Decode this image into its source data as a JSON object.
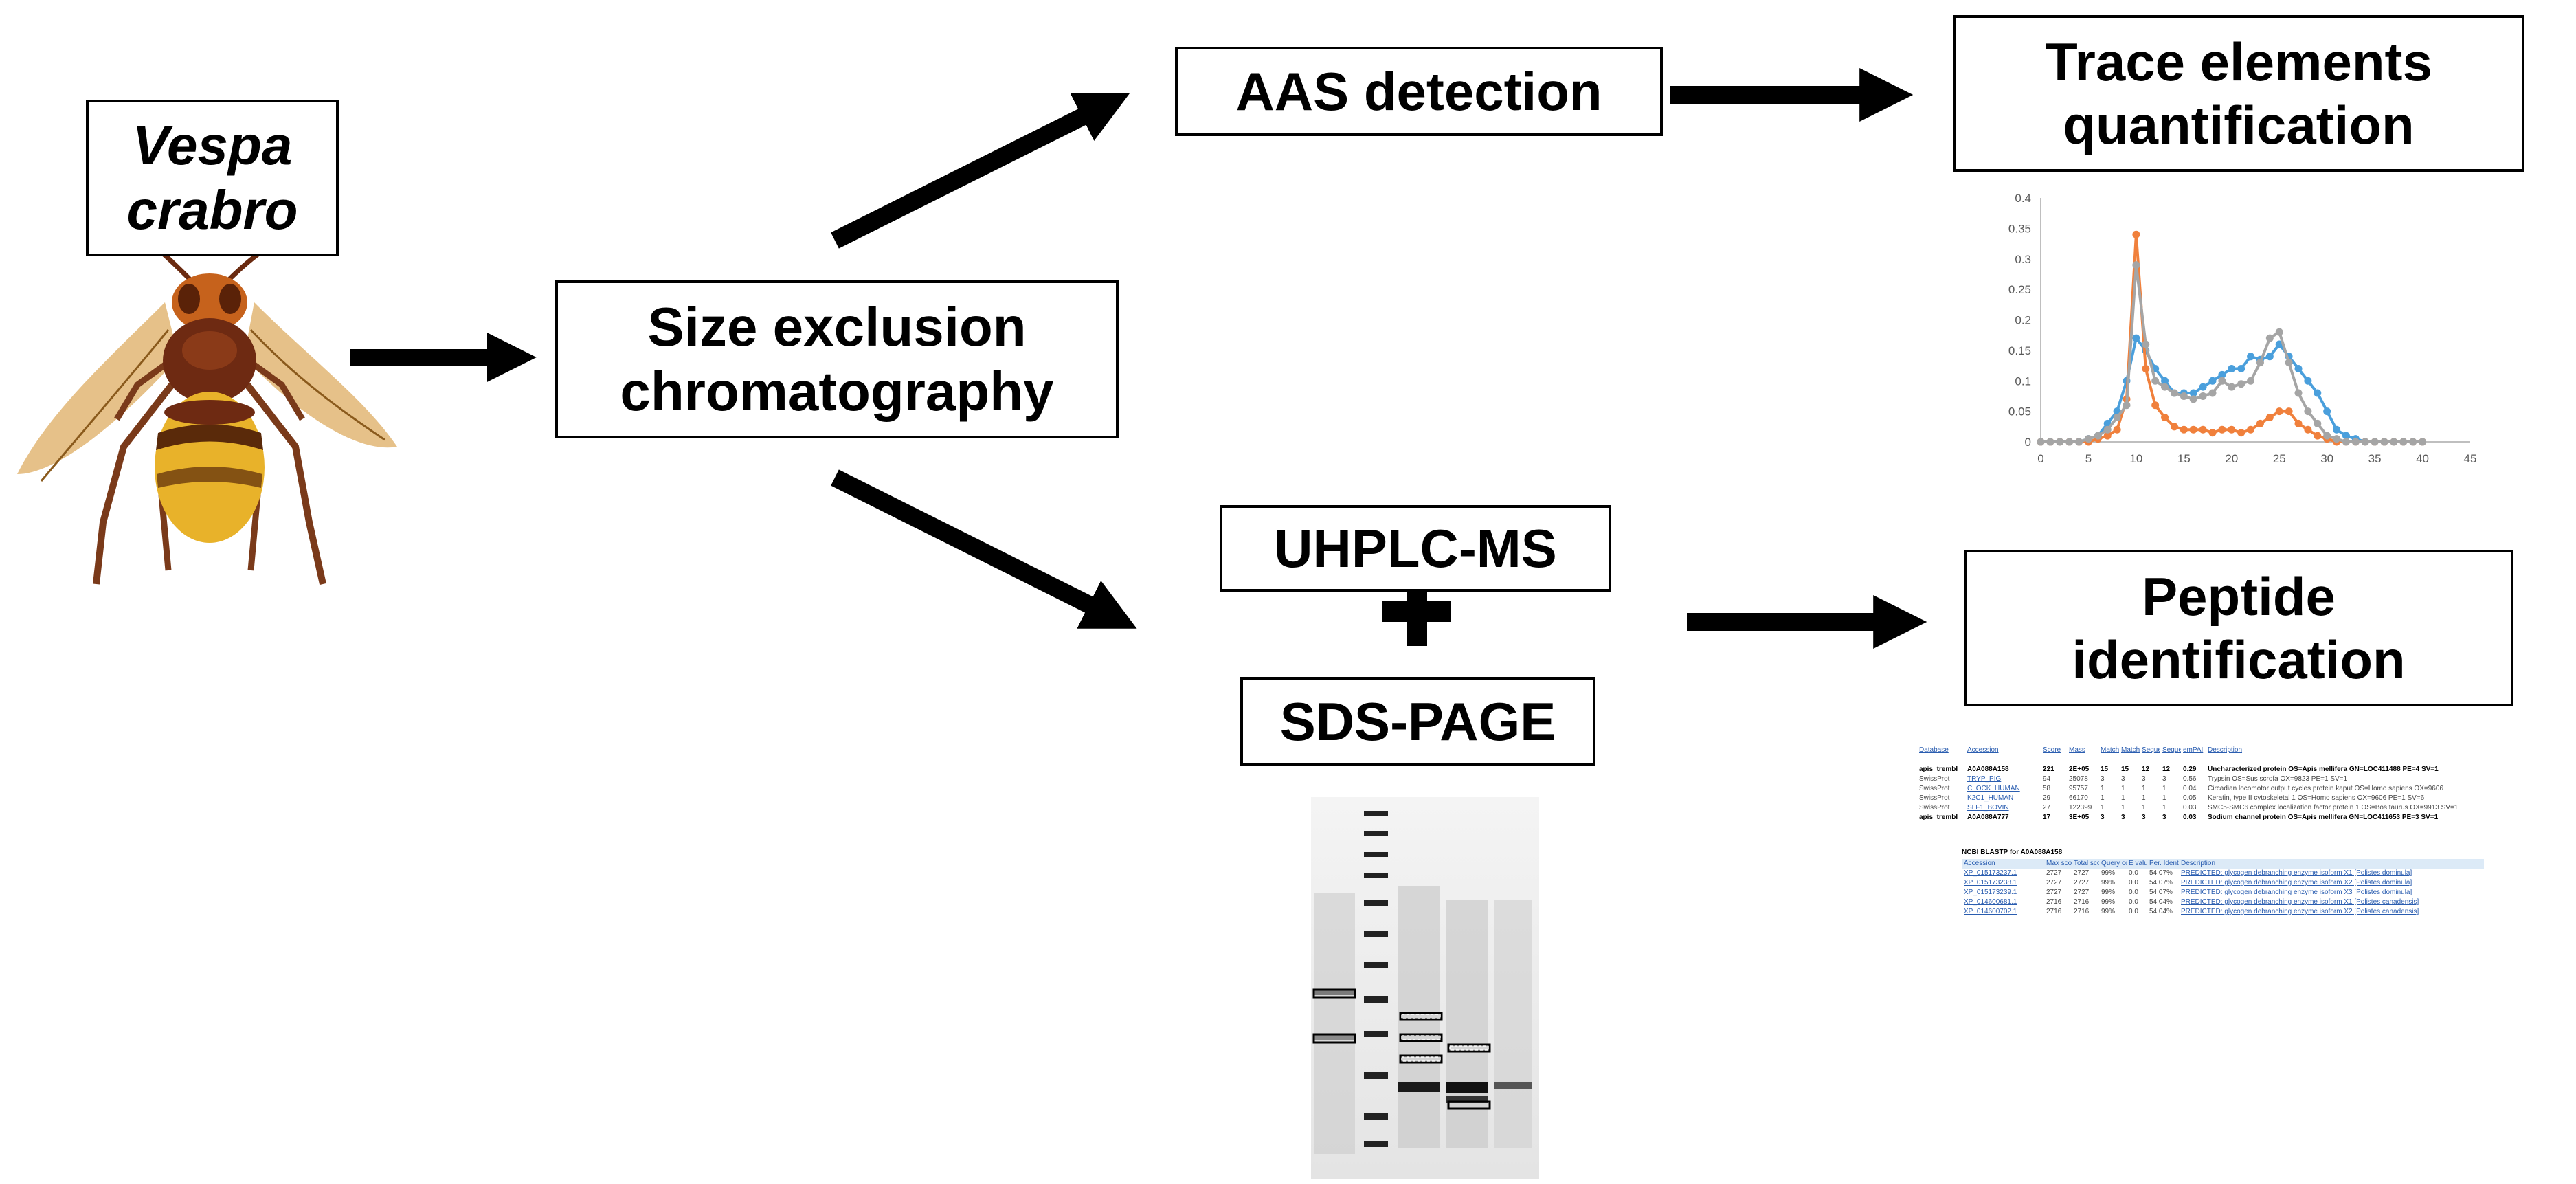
{
  "source_box": {
    "line1": "Vespa",
    "line2": "crabro"
  },
  "sec_box": {
    "line1": "Size exclusion",
    "line2": "chromatography"
  },
  "aas_box": {
    "label": "AAS detection"
  },
  "trace_box": {
    "line1": "Trace elements",
    "line2": "quantification"
  },
  "uhplc_box": {
    "label": "UHPLC-MS"
  },
  "plus": {
    "symbol": "+"
  },
  "sds_box": {
    "label": "SDS-PAGE"
  },
  "peptide_box": {
    "line1": "Peptide",
    "line2": "identification"
  },
  "colors": {
    "blue": "#4a9fdc",
    "orange": "#f0803c",
    "gray": "#a5a5a5",
    "arrow": "#000000"
  },
  "chart_data": {
    "type": "line",
    "xlim": [
      0,
      45
    ],
    "ylim": [
      0,
      0.4
    ],
    "xticks": [
      "0",
      "5",
      "10",
      "15",
      "20",
      "25",
      "30",
      "35",
      "40",
      "45"
    ],
    "yticks": [
      "0",
      "0.05",
      "0.1",
      "0.15",
      "0.2",
      "0.25",
      "0.3",
      "0.35",
      "0.4"
    ],
    "series": [
      {
        "color": "#4a9fdc",
        "x": [
          0,
          1,
          2,
          3,
          4,
          5,
          6,
          7,
          8,
          9,
          10,
          11,
          12,
          13,
          14,
          15,
          16,
          17,
          18,
          19,
          20,
          21,
          22,
          23,
          24,
          25,
          26,
          27,
          28,
          29,
          30,
          31,
          32,
          33,
          34,
          35,
          36,
          37,
          38,
          39,
          40
        ],
        "y": [
          0,
          0,
          0,
          0,
          0,
          0.005,
          0.01,
          0.03,
          0.05,
          0.1,
          0.17,
          0.15,
          0.12,
          0.1,
          0.08,
          0.08,
          0.08,
          0.09,
          0.1,
          0.11,
          0.12,
          0.12,
          0.14,
          0.135,
          0.14,
          0.16,
          0.14,
          0.12,
          0.1,
          0.08,
          0.05,
          0.02,
          0.01,
          0.005,
          0,
          0,
          0,
          0,
          0,
          0,
          0
        ]
      },
      {
        "color": "#f0803c",
        "x": [
          0,
          1,
          2,
          3,
          4,
          5,
          6,
          7,
          8,
          9,
          10,
          11,
          12,
          13,
          14,
          15,
          16,
          17,
          18,
          19,
          20,
          21,
          22,
          23,
          24,
          25,
          26,
          27,
          28,
          29,
          30,
          31,
          32,
          33,
          34,
          35,
          36,
          37,
          38,
          39,
          40
        ],
        "y": [
          0,
          0,
          0,
          0,
          0,
          0,
          0.005,
          0.01,
          0.02,
          0.07,
          0.34,
          0.12,
          0.06,
          0.04,
          0.025,
          0.02,
          0.02,
          0.02,
          0.015,
          0.02,
          0.02,
          0.015,
          0.02,
          0.03,
          0.04,
          0.05,
          0.05,
          0.03,
          0.02,
          0.01,
          0.005,
          0,
          0,
          0,
          0,
          0,
          0,
          0,
          0,
          0,
          0
        ]
      },
      {
        "color": "#a5a5a5",
        "x": [
          0,
          1,
          2,
          3,
          4,
          5,
          6,
          7,
          8,
          9,
          10,
          11,
          12,
          13,
          14,
          15,
          16,
          17,
          18,
          19,
          20,
          21,
          22,
          23,
          24,
          25,
          26,
          27,
          28,
          29,
          30,
          31,
          32,
          33,
          34,
          35,
          36,
          37,
          38,
          39,
          40
        ],
        "y": [
          0,
          0,
          0,
          0,
          0,
          0.005,
          0.01,
          0.02,
          0.04,
          0.06,
          0.29,
          0.16,
          0.1,
          0.09,
          0.08,
          0.075,
          0.07,
          0.075,
          0.08,
          0.1,
          0.09,
          0.095,
          0.1,
          0.13,
          0.17,
          0.18,
          0.13,
          0.08,
          0.05,
          0.03,
          0.01,
          0.005,
          0,
          0,
          0,
          0,
          0,
          0,
          0,
          0,
          0
        ]
      }
    ]
  },
  "results_table": {
    "headers": [
      "Database",
      "Accession",
      "Score",
      "Mass",
      "Matches",
      "Matches (sig)",
      "Sequences",
      "Sequences (sig)",
      "emPAI",
      "Description"
    ],
    "rows": [
      {
        "db": "apis_trembl",
        "acc": "A0A088A158",
        "score": "221",
        "mass": "2E+05",
        "m": "15",
        "ms": "15",
        "s": "12",
        "ss": "12",
        "empai": "0.29",
        "desc": "Uncharacterized protein OS=Apis mellifera GN=LOC411488 PE=4 SV=1",
        "strong": true
      },
      {
        "db": "SwissProt",
        "acc": "TRYP_PIG",
        "score": "94",
        "mass": "25078",
        "m": "3",
        "ms": "3",
        "s": "3",
        "ss": "3",
        "empai": "0.56",
        "desc": "Trypsin OS=Sus scrofa OX=9823 PE=1 SV=1",
        "strong": false
      },
      {
        "db": "SwissProt",
        "acc": "CLOCK_HUMAN",
        "score": "58",
        "mass": "95757",
        "m": "1",
        "ms": "1",
        "s": "1",
        "ss": "1",
        "empai": "0.04",
        "desc": "Circadian locomotor output cycles protein kaput OS=Homo sapiens OX=9606",
        "strong": false
      },
      {
        "db": "SwissProt",
        "acc": "K2C1_HUMAN",
        "score": "29",
        "mass": "66170",
        "m": "1",
        "ms": "1",
        "s": "1",
        "ss": "1",
        "empai": "0.05",
        "desc": "Keratin, type II cytoskeletal 1 OS=Homo sapiens OX=9606 PE=1 SV=6",
        "strong": false
      },
      {
        "db": "SwissProt",
        "acc": "SLF1_BOVIN",
        "score": "27",
        "mass": "122399",
        "m": "1",
        "ms": "1",
        "s": "1",
        "ss": "1",
        "empai": "0.03",
        "desc": "SMC5-SMC6 complex localization factor protein 1 OS=Bos taurus OX=9913 SV=1",
        "strong": false
      },
      {
        "db": "apis_trembl",
        "acc": "A0A088A777",
        "score": "17",
        "mass": "3E+05",
        "m": "3",
        "ms": "3",
        "s": "3",
        "ss": "3",
        "empai": "0.03",
        "desc": "Sodium channel protein OS=Apis mellifera GN=LOC411653 PE=3 SV=1",
        "strong": true
      }
    ]
  },
  "blast_table": {
    "title": "NCBI BLASTP for A0A088A158",
    "headers": [
      "Accession",
      "Max score",
      "Total score",
      "Query cover",
      "E value",
      "Per. Ident",
      "Description"
    ],
    "rows": [
      {
        "acc": "XP_015173237.1",
        "max": "2727",
        "total": "2727",
        "cover": "99%",
        "e": "0.0",
        "ident": "54.07%",
        "desc": "PREDICTED: glycogen debranching enzyme isoform X1 [Polistes dominula]"
      },
      {
        "acc": "XP_015173238.1",
        "max": "2727",
        "total": "2727",
        "cover": "99%",
        "e": "0.0",
        "ident": "54.07%",
        "desc": "PREDICTED: glycogen debranching enzyme isoform X2 [Polistes dominula]"
      },
      {
        "acc": "XP_015173239.1",
        "max": "2727",
        "total": "2727",
        "cover": "99%",
        "e": "0.0",
        "ident": "54.07%",
        "desc": "PREDICTED: glycogen debranching enzyme isoform X3 [Polistes dominula]"
      },
      {
        "acc": "XP_014600681.1",
        "max": "2716",
        "total": "2716",
        "cover": "99%",
        "e": "0.0",
        "ident": "54.04%",
        "desc": "PREDICTED: glycogen debranching enzyme isoform X1 [Polistes canadensis]"
      },
      {
        "acc": "XP_014600702.1",
        "max": "2716",
        "total": "2716",
        "cover": "99%",
        "e": "0.0",
        "ident": "54.04%",
        "desc": "PREDICTED: glycogen debranching enzyme isoform X2 [Polistes canadensis]"
      }
    ]
  }
}
